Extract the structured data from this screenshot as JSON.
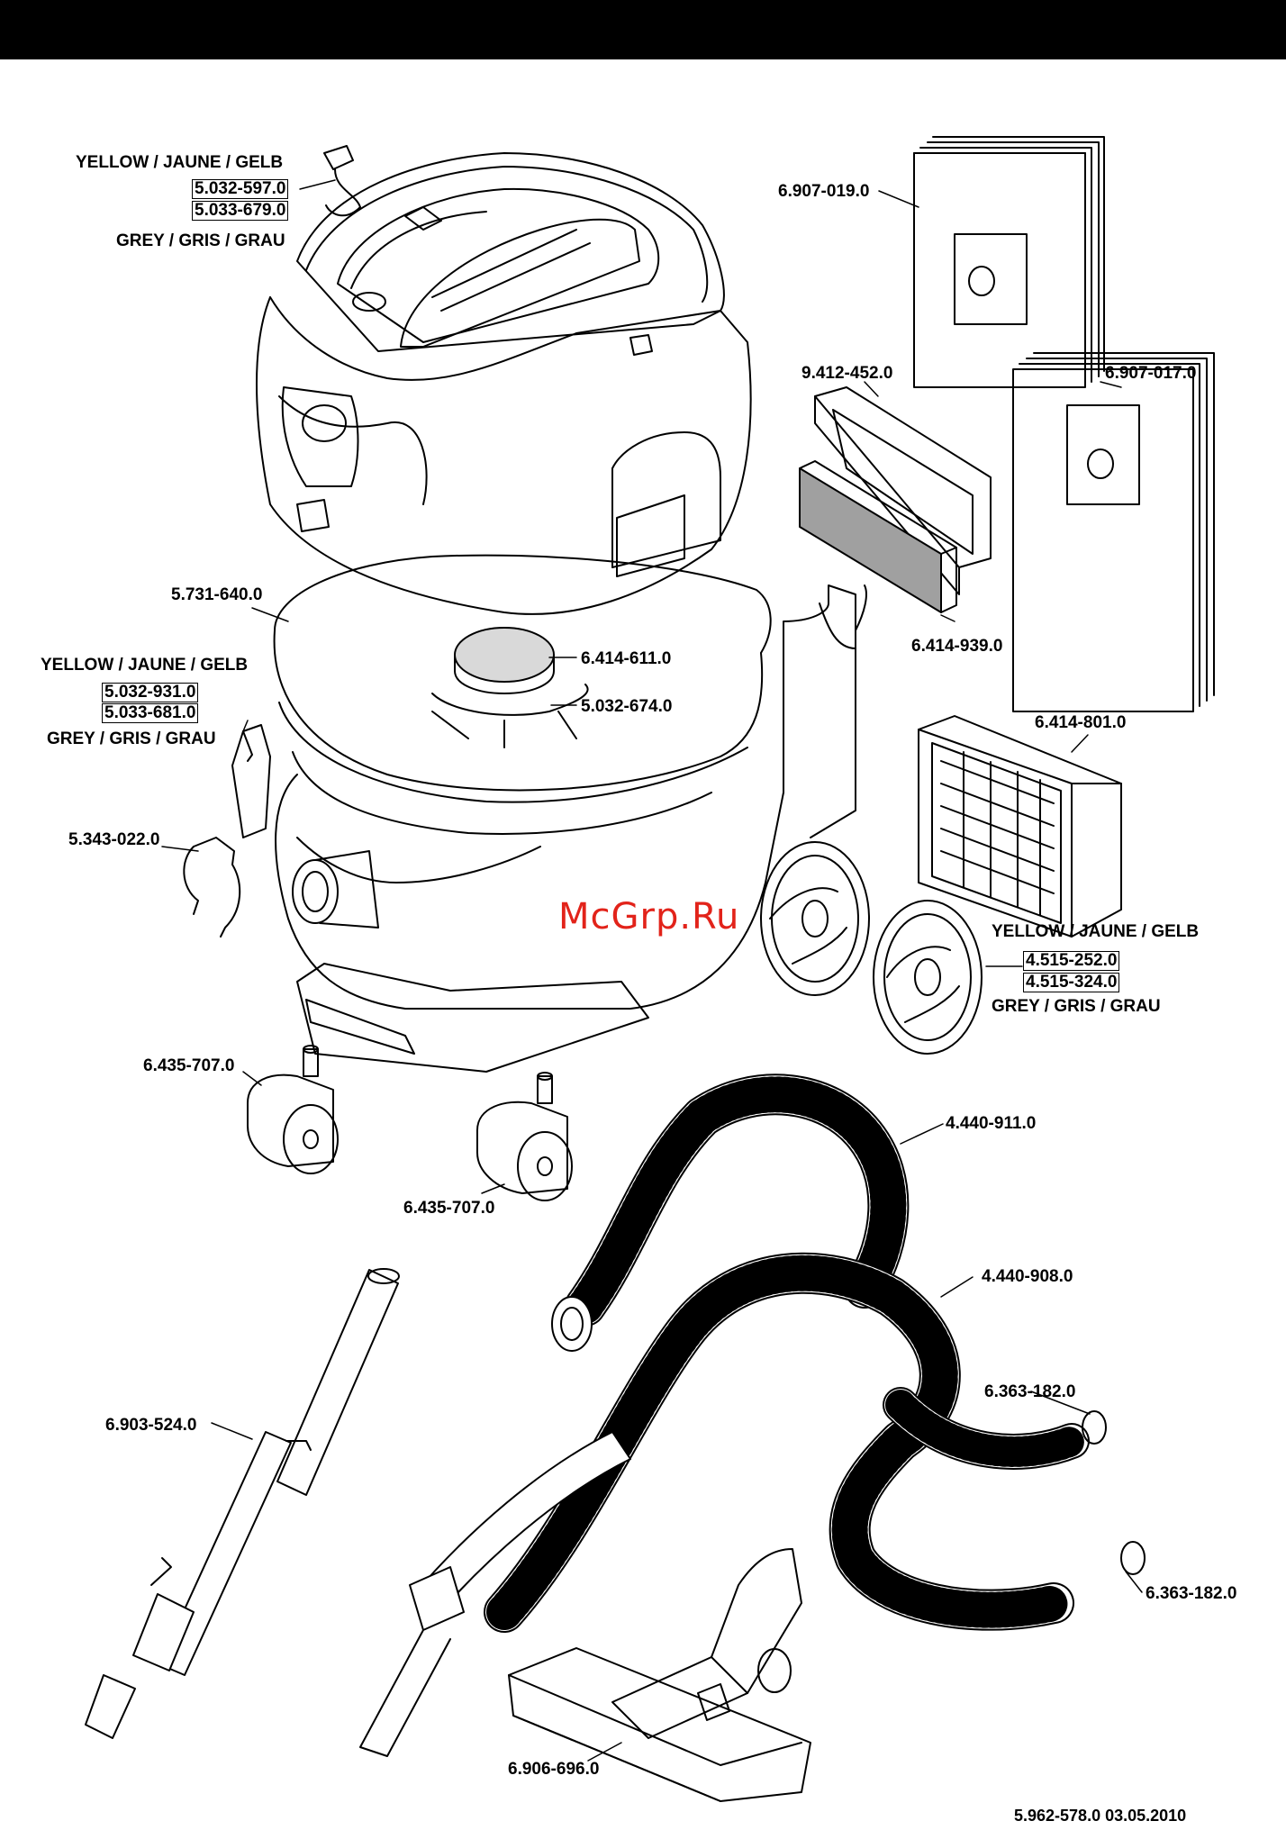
{
  "colors": {
    "line": "#000000",
    "watermark": "#e2231a",
    "filter_fill": "#a0a0a0",
    "disc_fill": "#d9d9d9"
  },
  "labels": {
    "latch_color_yellow": "YELLOW / JAUNE / GELB",
    "latch_part_yellow": "5.032-597.0",
    "latch_part_grey": "5.033-679.0",
    "latch_color_grey": "GREY / GRIS / GRAU",
    "bag_1": "6.907-019.0",
    "bag_2": "6.907-017.0",
    "filter_frame": "9.412-452.0",
    "flat_filter": "6.414-939.0",
    "cartridge_filter": "6.414-801.0",
    "container": "5.731-640.0",
    "float": "6.414-611.0",
    "float_cage": "5.032-674.0",
    "clip_color_yellow": "YELLOW / JAUNE / GELB",
    "clip_part_yellow": "5.032-931.0",
    "clip_part_grey": "5.033-681.0",
    "clip_color_grey": "GREY / GRIS / GRAU",
    "hose_clip": "5.343-022.0",
    "wheel_color_yellow": "YELLOW / JAUNE / GELB",
    "wheel_part_yellow": "4.515-252.0",
    "wheel_part_grey": "4.515-324.0",
    "wheel_color_grey": "GREY / GRIS / GRAU",
    "caster_1": "6.435-707.0",
    "caster_2": "6.435-707.0",
    "hose_1": "4.440-911.0",
    "hose_2": "4.440-908.0",
    "seal_1": "6.363-182.0",
    "seal_2": "6.363-182.0",
    "suction_tube": "6.903-524.0",
    "floor_nozzle": "6.906-696.0"
  },
  "watermark": "McGrp.Ru",
  "footer": "5.962-578.0  03.05.2010"
}
